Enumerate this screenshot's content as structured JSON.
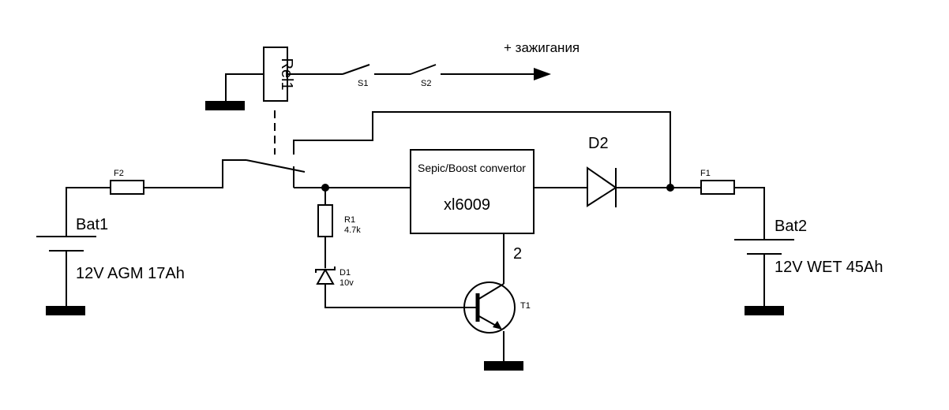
{
  "labels": {
    "ignition": "+ зажигания",
    "bat1_name": "Bat1",
    "bat1_spec": "12V AGM 17Ah",
    "bat2_name": "Bat2",
    "bat2_spec": "12V WET 45Ah",
    "f1": "F1",
    "f2": "F2",
    "s1": "S1",
    "s2": "S2",
    "relay": "Rel1",
    "converter_title": "Sepic/Boost convertor",
    "converter_chip": "xl6009",
    "d2": "D2",
    "r1_name": "R1",
    "r1_value": "4.7k",
    "d1_name": "D1",
    "d1_value": "10v",
    "t1": "T1",
    "pin2": "2"
  },
  "colors": {
    "line": "#000000",
    "background": "#ffffff"
  }
}
